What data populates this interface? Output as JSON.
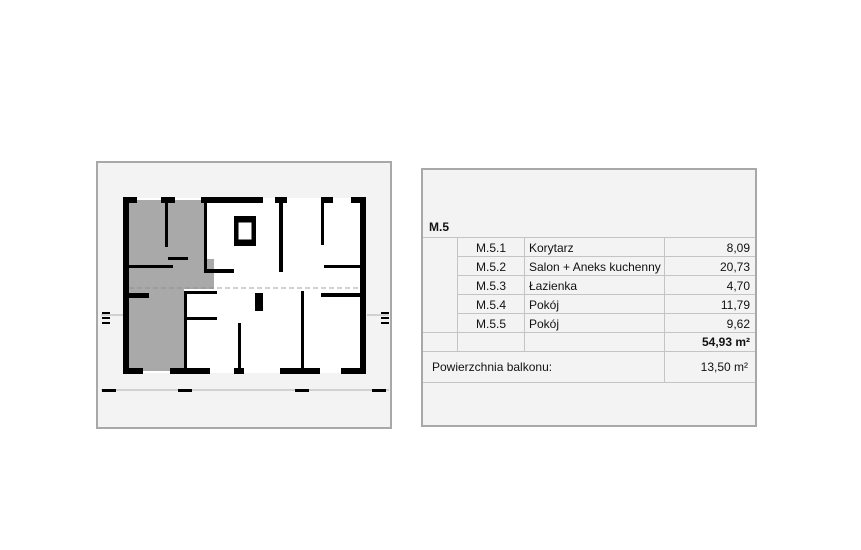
{
  "unit": {
    "id": "M.5",
    "rooms": [
      {
        "id": "M.5.1",
        "name": "Korytarz",
        "area": "8,09"
      },
      {
        "id": "M.5.2",
        "name": "Salon + Aneks kuchenny",
        "area": "20,73"
      },
      {
        "id": "M.5.3",
        "name": "Łazienka",
        "area": "4,70"
      },
      {
        "id": "M.5.4",
        "name": "Pokój",
        "area": "11,79"
      },
      {
        "id": "M.5.5",
        "name": "Pokój",
        "area": "9,62"
      }
    ],
    "total": "54,93 m²",
    "balcony_label": "Powierzchnia balkonu:",
    "balcony_area": "13,50 m²"
  },
  "colors": {
    "highlight": "#a9a9a9",
    "wall": "#000000",
    "border": "#a8a8a8"
  }
}
